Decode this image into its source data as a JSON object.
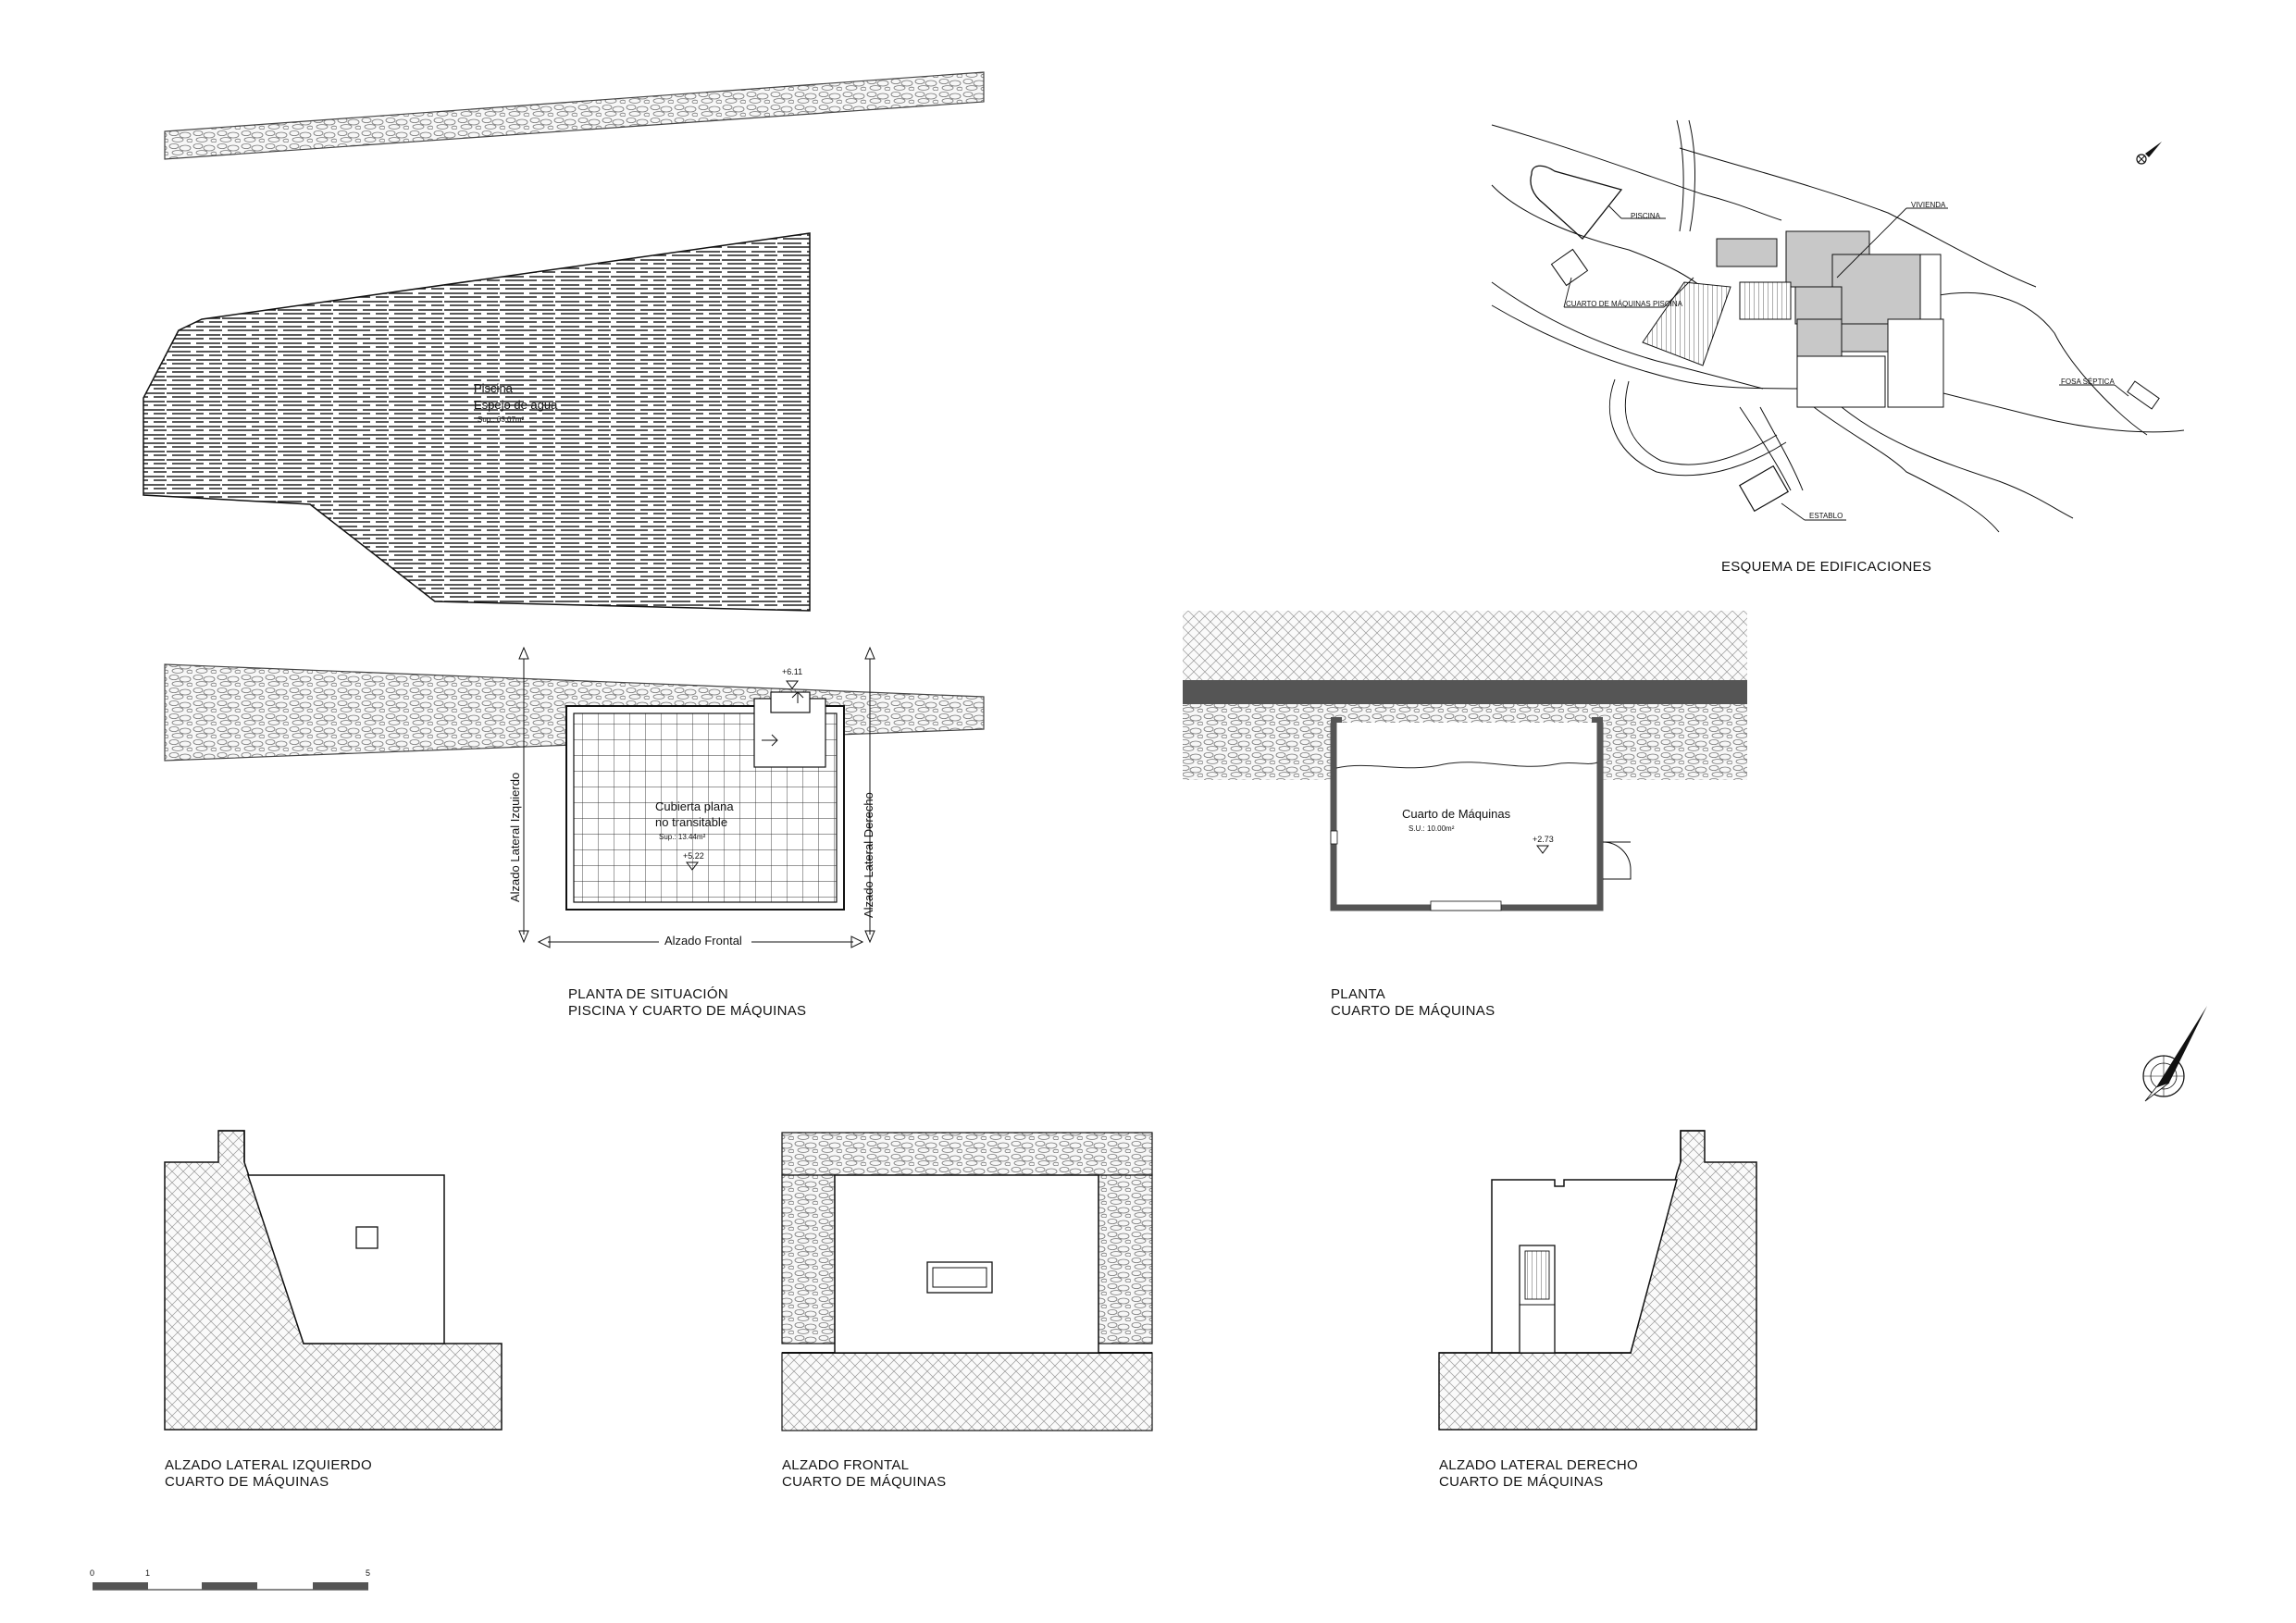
{
  "pool_plan": {
    "pool_name": "Piscina",
    "pool_desc": "Espejo de agua",
    "pool_area": "Sup.: 63.07m²"
  },
  "site_plan": {
    "elev_top": "+6.11",
    "roof_name": "Cubierta plana",
    "roof_desc": "no transitable",
    "roof_area": "Sup.: 13.44m²",
    "roof_elev": "+5.22",
    "label_left": "Alzado Lateral Izquierdo",
    "label_right": "Alzado Lateral Derecho",
    "label_front": "Alzado Frontal",
    "title_1": "PLANTA DE SITUACIÓN",
    "title_2": "PISCINA Y CUARTO DE MÁQUINAS"
  },
  "scheme": {
    "title": "ESQUEMA DE EDIFICACIONES",
    "labels": {
      "piscina": "PISCINA",
      "vivienda": "VIVIENDA",
      "cuarto": "CUARTO DE MÁQUINAS PISCINA",
      "fosa": "FOSA SÉPTICA",
      "establo": "ESTABLO"
    }
  },
  "room_plan": {
    "room_name": "Cuarto de Máquinas",
    "room_area": "S.U.: 10.00m²",
    "room_elev": "+2.73",
    "title_1": "PLANTA",
    "title_2": "CUARTO DE MÁQUINAS"
  },
  "elevations": [
    {
      "title_1": "ALZADO LATERAL IZQUIERDO",
      "title_2": "CUARTO DE MÁQUINAS"
    },
    {
      "title_1": "ALZADO FRONTAL",
      "title_2": "CUARTO DE MÁQUINAS"
    },
    {
      "title_1": "ALZADO LATERAL DERECHO",
      "title_2": "CUARTO DE MÁQUINAS"
    }
  ],
  "scale_bar": {
    "tick_0": "0",
    "tick_1": "1",
    "tick_5": "5"
  },
  "icons": [
    "north-arrow-icon",
    "compass-rose-icon"
  ]
}
